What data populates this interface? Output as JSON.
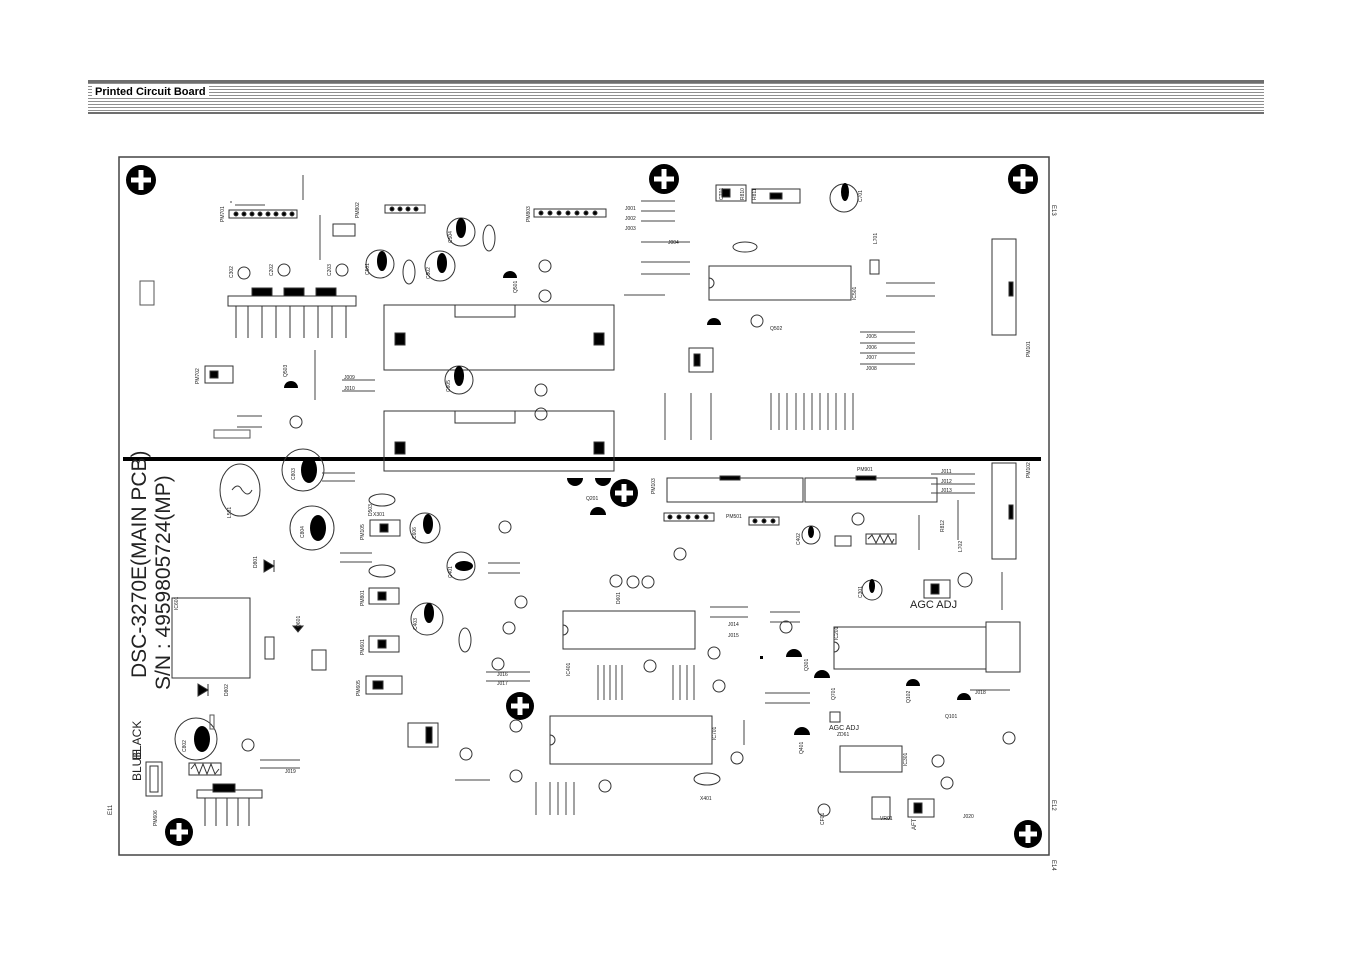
{
  "header": {
    "title": "Printed Circuit Board"
  },
  "board": {
    "model_label": "DSC-3270E(MAIN PCB)",
    "serial_label": "S/N : 4959805724(MP)",
    "wire_label_blue": "BLUE",
    "wire_label_black": "BLACK",
    "agc_adj_label": "AGC ADJ",
    "agc_adj_small": "AGC ADJ",
    "aft_label": "AFT",
    "edge_labels": [
      "E13",
      "E12",
      "E11",
      "E14"
    ]
  },
  "components": {
    "pmw_labels": [
      "PM802",
      "PM803",
      "PM701",
      "PM101",
      "PM102",
      "PM901",
      "PM103",
      "PM501",
      "PM702",
      "PM105",
      "PM801",
      "PM601",
      "PM605",
      "PM606"
    ],
    "ic_labels": [
      "IC501",
      "IC401",
      "IC701",
      "IC201",
      "IC301",
      "IC601"
    ],
    "transistor_labels": [
      "Q503",
      "Q502",
      "Q201",
      "Q301",
      "Q701",
      "Q401",
      "Q102",
      "Q101",
      "Q601",
      "Q501"
    ],
    "capacitor_labels": [
      "C803",
      "C804",
      "C802",
      "C701",
      "C501",
      "C502",
      "C504",
      "C605",
      "C606",
      "C401",
      "C403",
      "C402",
      "C301",
      "C302",
      "C202",
      "C203"
    ],
    "jumper_labels": [
      "J001",
      "J002",
      "J003",
      "J004",
      "J005",
      "J006",
      "J007",
      "J008",
      "J009",
      "J010",
      "J011",
      "J012",
      "J013",
      "J014",
      "J015",
      "J016",
      "J017",
      "J018",
      "J019",
      "J020"
    ],
    "misc_labels": [
      "L701",
      "L702",
      "L501",
      "X301",
      "X401",
      "D801",
      "D802",
      "D503",
      "D601",
      "ZD61",
      "CT01",
      "R810",
      "R811",
      "R812",
      "CF01",
      "VR01"
    ]
  }
}
